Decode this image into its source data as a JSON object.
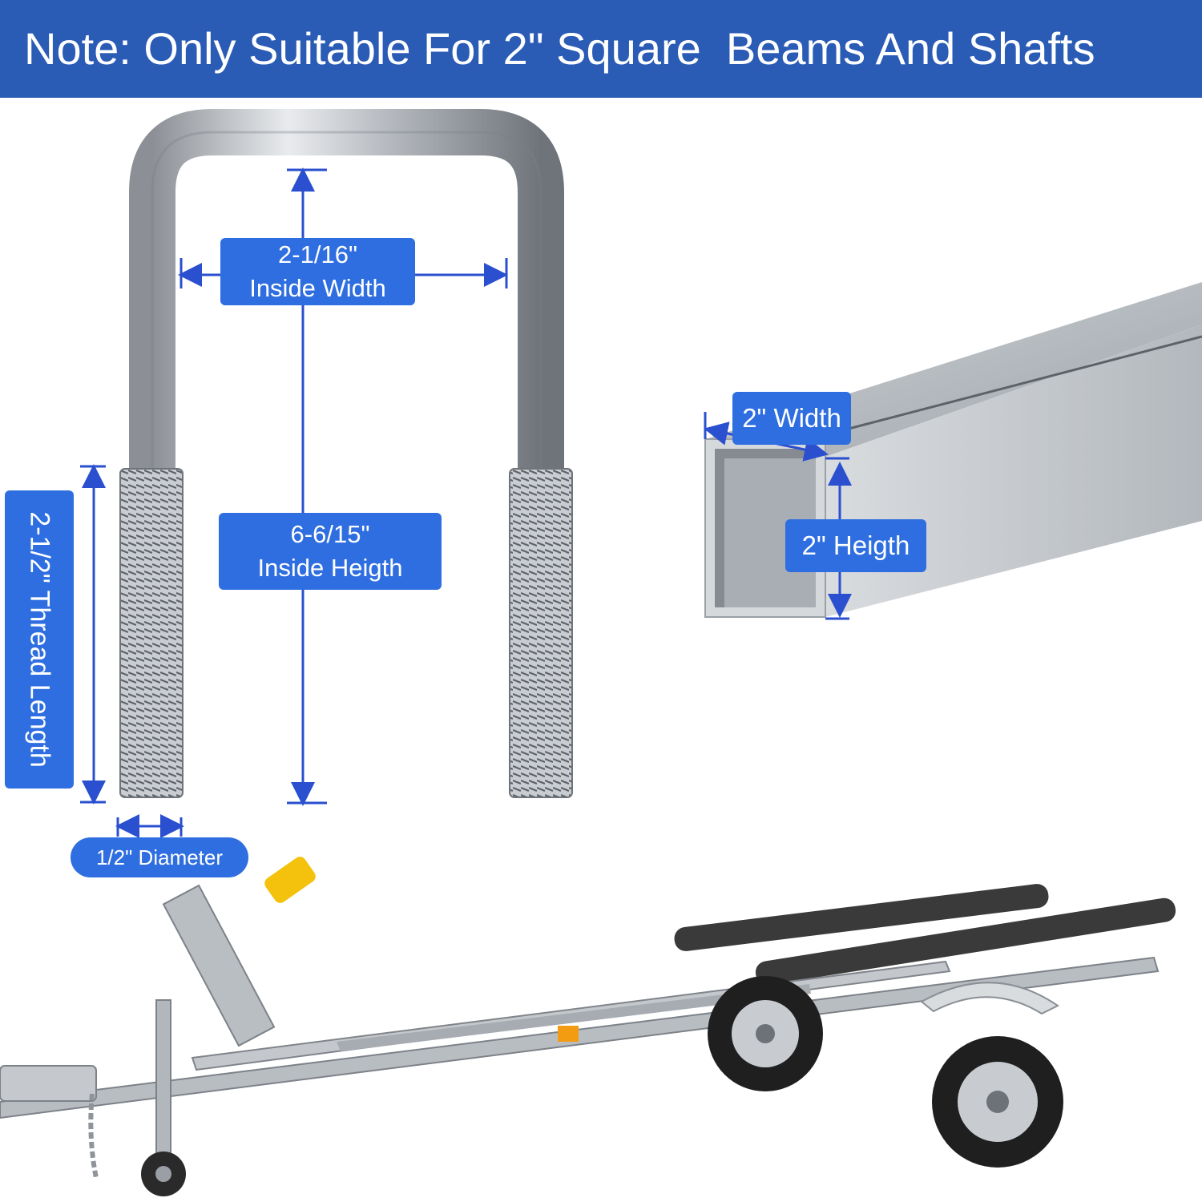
{
  "banner": {
    "text": "Note: Only Suitable For 2\" Square  Beams And Shafts"
  },
  "ubolt": {
    "inside_width": {
      "value": "2-1/16\"",
      "name": "Inside Width"
    },
    "inside_height": {
      "value": "6-6/15\"",
      "name": "Inside Heigth"
    },
    "thread_length": "2-1/2\" Thread Length",
    "diameter": "1/2\" Diameter"
  },
  "square_tube": {
    "width": "2\" Width",
    "height": "2\" Heigth"
  },
  "colors": {
    "banner": "#2a5bb5",
    "label": "#2e6ee0",
    "dimension_line": "#2a4fcf"
  }
}
